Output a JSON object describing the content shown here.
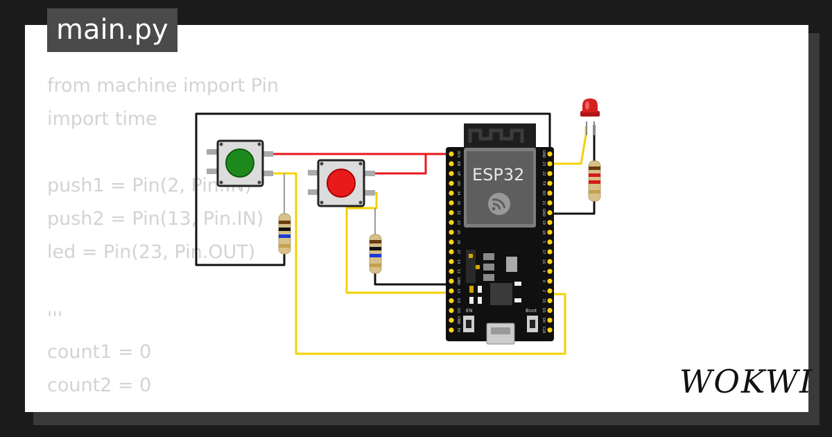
{
  "editor": {
    "filename": "main.py",
    "code_lines": [
      "from machine import Pin",
      "import time",
      "",
      "push1 = Pin(2, Pin.IN)",
      "push2 = Pin(13, Pin.IN)",
      "led = Pin(23, Pin.OUT)",
      "",
      "'''",
      "count1 = 0",
      "count2 = 0"
    ]
  },
  "board": {
    "label": "ESP32",
    "en_label": "EN",
    "boot_label": "Boot",
    "left_pins": [
      "3V3",
      "EN",
      "VP",
      "VN",
      "34",
      "35",
      "32",
      "33",
      "25",
      "26",
      "27",
      "14",
      "12",
      "GND",
      "13",
      "D2",
      "D3",
      "CMD",
      "5V"
    ],
    "right_pins": [
      "GND",
      "23",
      "22",
      "TX",
      "RX",
      "21",
      "GND",
      "19",
      "18",
      "5",
      "17",
      "16",
      "4",
      "0",
      "2",
      "15",
      "D1",
      "D0",
      "CLK"
    ]
  },
  "brand": {
    "logo": "WOKWI"
  },
  "colors": {
    "wire_red": "#e8171c",
    "wire_yellow": "#f5d000",
    "wire_black": "#111111",
    "button1": "#1e8a1e",
    "button2": "#e81a1a",
    "led": "#d62020",
    "board": "#101010"
  }
}
